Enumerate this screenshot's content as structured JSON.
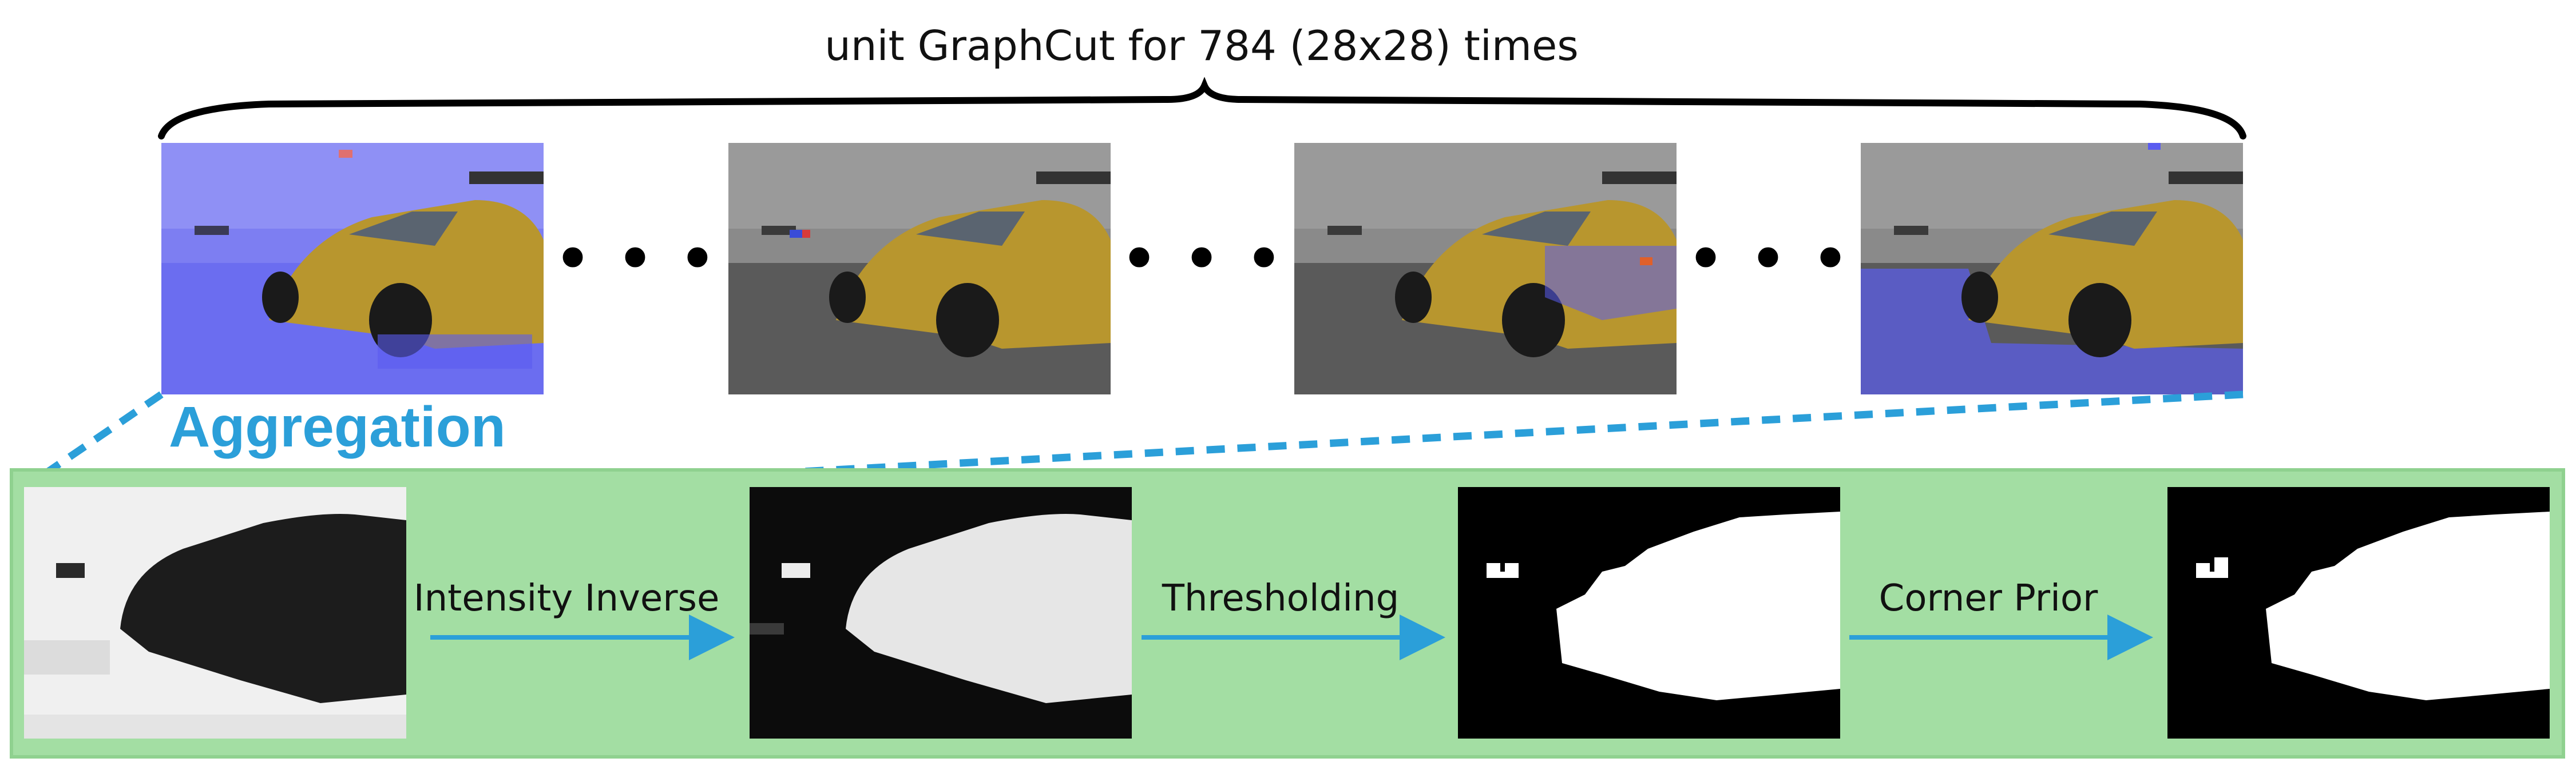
{
  "top_label": "unit GraphCut for 784 (28x28) times",
  "aggregation_label": "Aggregation",
  "steps": [
    "Intensity Inverse",
    "Thresholding",
    "Corner Prior"
  ],
  "colors": {
    "accent_blue": "#2b9fd9",
    "panel_green": "#a3dea3",
    "overlay_blue": "#5a5cf0",
    "car_yellow": "#b8962e"
  },
  "frames": [
    {
      "kind": "overlay-background"
    },
    {
      "kind": "plain"
    },
    {
      "kind": "overlay-car-side"
    },
    {
      "kind": "overlay-background"
    }
  ],
  "masks": [
    {
      "kind": "grayscale-raw"
    },
    {
      "kind": "grayscale-inverse"
    },
    {
      "kind": "binary"
    },
    {
      "kind": "binary-corner"
    }
  ]
}
